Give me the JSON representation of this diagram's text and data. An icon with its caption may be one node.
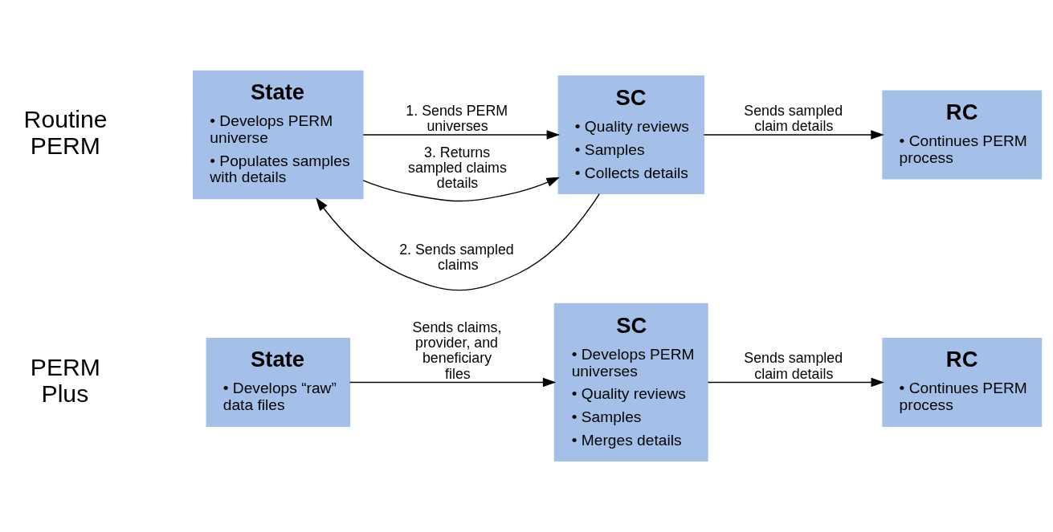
{
  "diagram": {
    "nodes": [
      {
        "text": [
          "State",
          "• Develops PERM universe",
          "• Populates samples with details"
        ]
      },
      {
        "text": [
          "SC",
          "• Quality reviews",
          "• Samples",
          "• Collects details"
        ]
      },
      {
        "text": [
          "RC",
          "• Continues PERM process"
        ]
      },
      {
        "text": [
          "State",
          "• Develops “raw” data files"
        ]
      },
      {
        "text": [
          "SC",
          "• Develops PERM universes",
          "• Quality reviews",
          "• Samples",
          "• Merges details"
        ]
      },
      {
        "text": [
          "RC",
          "• Continues PERM process"
        ]
      }
    ],
    "edges": [
      {
        "from": 0,
        "to": 1,
        "arrow": "to",
        "label": "1. Sends PERM universes"
      },
      {
        "from": 1,
        "to": 0,
        "arrow": "to",
        "label": "2. Sends sampled claims"
      },
      {
        "from": 0,
        "to": 1,
        "arrow": "to",
        "label": "3. Returns sampled claims details"
      },
      {
        "from": 1,
        "to": 2,
        "arrow": "to",
        "label": "Sends sampled claim details"
      },
      {
        "from": 3,
        "to": 4,
        "arrow": "to",
        "label": "Sends claims, provider, and beneficiary files"
      },
      {
        "from": 4,
        "to": 5,
        "arrow": "to",
        "label": "Sends sampled claim details"
      }
    ],
    "labels": [
      "Routine PERM",
      "PERM Plus"
    ]
  }
}
